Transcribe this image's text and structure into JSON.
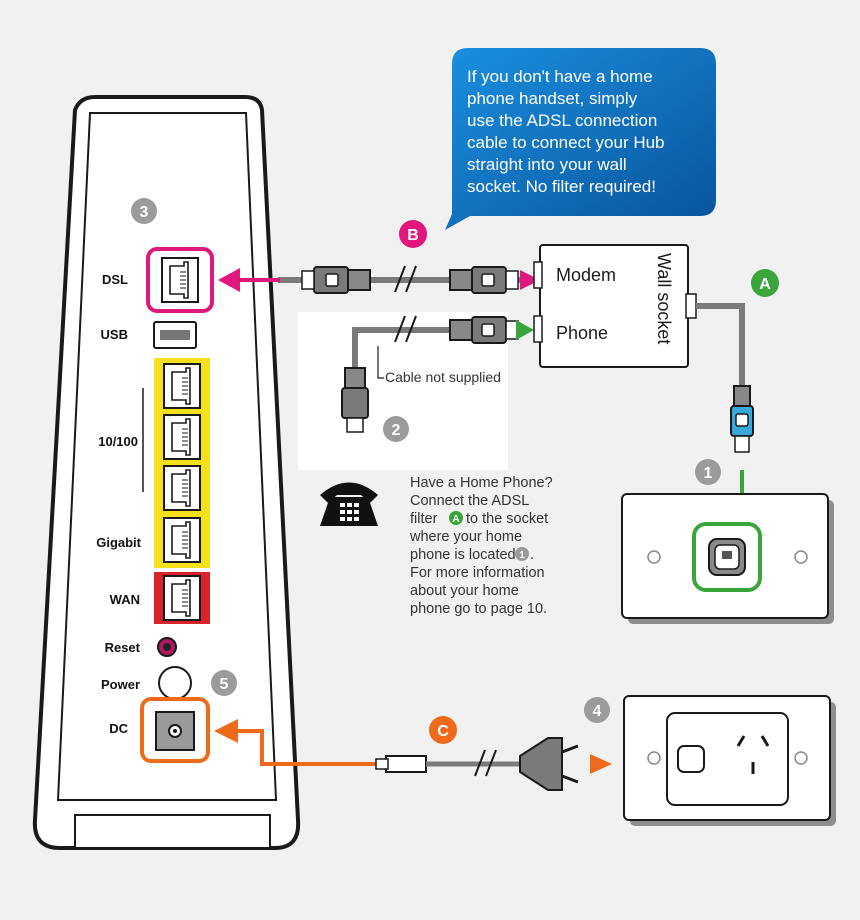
{
  "tooltip": {
    "lines": [
      "If you don't have a home",
      "phone handset, simply",
      "use the ADSL connection",
      "cable to connect your Hub",
      "straight into your wall",
      "socket. No filter required!"
    ]
  },
  "hub": {
    "ports": {
      "dsl": "DSL",
      "usb": "USB",
      "lan": "10/100",
      "gigabit": "Gigabit",
      "wan": "WAN",
      "reset": "Reset",
      "power": "Power",
      "dc": "DC"
    }
  },
  "steps": {
    "s1": "1",
    "s2": "2",
    "s3": "3",
    "s4": "4",
    "s5": "5",
    "a": "A",
    "b": "B",
    "c": "C"
  },
  "filter": {
    "modem": "Modem",
    "phone": "Phone",
    "wall_socket": "Wall socket"
  },
  "cable_note": "Cable not supplied",
  "home_phone_note": {
    "lines": [
      "Have a Home Phone?",
      "Connect the ADSL",
      "filter",
      "to the socket",
      "where your home",
      "phone is located",
      ".",
      "For more information",
      "about your home",
      "phone go to page 10."
    ],
    "inline_badge_a": "A",
    "inline_badge_1": "1"
  },
  "colors": {
    "magenta": "#e0177c",
    "green": "#3aa53a",
    "orange": "#ef6b1b",
    "grey_badge": "#9b9b9b",
    "tooltip_blue": "#0a6fbd",
    "yellow_port": "#f4e11c",
    "red_port": "#d8232a",
    "connector_blue": "#39a9dc"
  }
}
